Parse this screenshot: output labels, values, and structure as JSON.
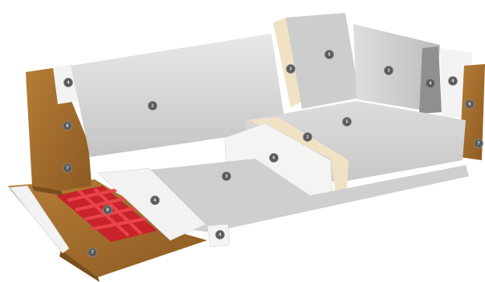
{
  "diagram": {
    "colors": {
      "fabric_light": "#e2e2e2",
      "fabric_mid": "#cfcfcf",
      "fabric_dark": "#b3b3b3",
      "foam": "#f4f4f2",
      "wood": "#a8702e",
      "wood_dark": "#7a4e1c",
      "batting": "#f1e2c6",
      "webbing": "#d8282c",
      "marker": "#5a5a5a"
    },
    "markers": [
      {
        "id": "back-fabric-marker",
        "label": "2"
      },
      {
        "id": "left-arm-top-marker",
        "label": "4"
      },
      {
        "id": "left-arm-inner-marker",
        "label": "6"
      },
      {
        "id": "left-arm-lower-marker",
        "label": "7"
      },
      {
        "id": "back-batting-marker",
        "label": "2"
      },
      {
        "id": "back-cushion-marker",
        "label": "5"
      },
      {
        "id": "right-arm-fabric-marker",
        "label": "3"
      },
      {
        "id": "right-arm-foam-marker",
        "label": "4"
      },
      {
        "id": "right-arm-top-marker",
        "label": "4"
      },
      {
        "id": "right-arm-side-marker",
        "label": "6"
      },
      {
        "id": "right-arm-lower-marker",
        "label": "7"
      },
      {
        "id": "seat-cushion-marker",
        "label": "5"
      },
      {
        "id": "seat-batting-marker",
        "label": "2"
      },
      {
        "id": "seat-foam-marker",
        "label": "6"
      },
      {
        "id": "deck-marker",
        "label": "3"
      },
      {
        "id": "front-foam-marker",
        "label": "4"
      },
      {
        "id": "webbing-marker",
        "label": "8"
      },
      {
        "id": "frame-front-marker",
        "label": "4"
      },
      {
        "id": "base-frame-marker",
        "label": "7"
      }
    ]
  }
}
